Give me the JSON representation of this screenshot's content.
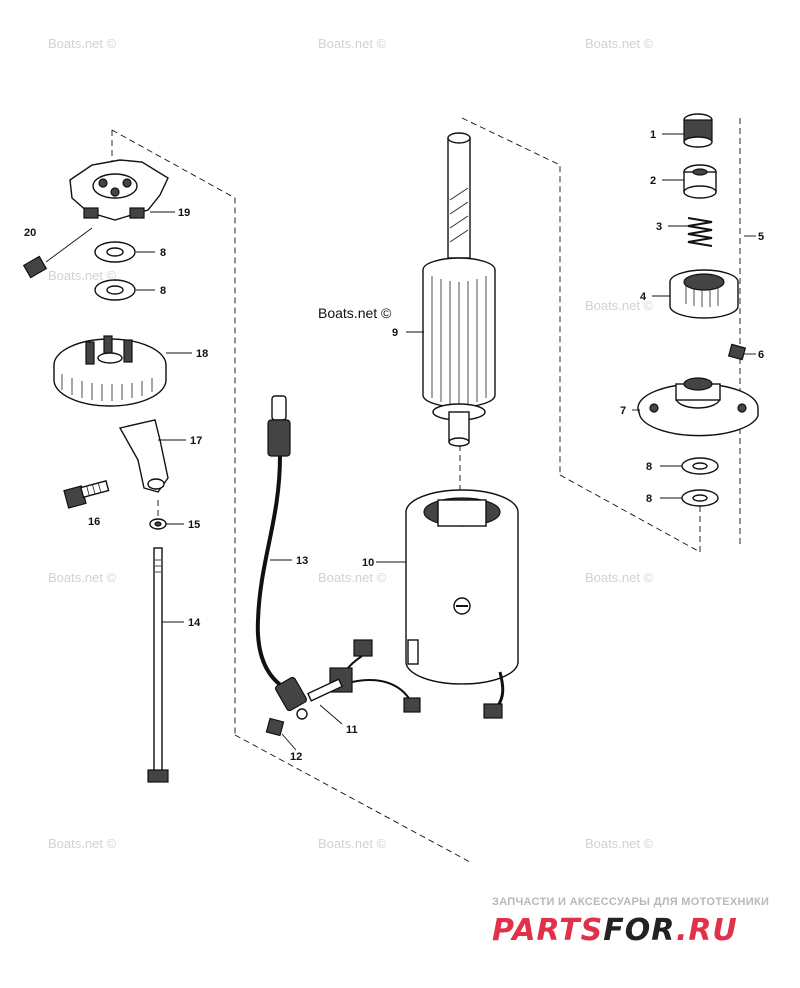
{
  "watermarks": {
    "text": "Boats.net ©",
    "center_text": "Boats.net ©"
  },
  "callouts": {
    "c1": "1",
    "c2": "2",
    "c3": "3",
    "c4": "4",
    "c5": "5",
    "c6": "6",
    "c7": "7",
    "c8a": "8",
    "c8b": "8",
    "c8c": "8",
    "c8d": "8",
    "c9": "9",
    "c10": "10",
    "c11": "11",
    "c12": "12",
    "c13": "13",
    "c14": "14",
    "c15": "15",
    "c16": "16",
    "c17": "17",
    "c18": "18",
    "c19": "19",
    "c20": "20"
  },
  "branding": {
    "tagline": "ЗАПЧАСТИ И АКСЕССУАРЫ ДЛЯ МОТОТЕХНИКИ",
    "logo_word_1": "PARTS",
    "logo_word_2": "FOR",
    "logo_word_3": ".RU",
    "logo_color": "#e0304a",
    "logo_dark": "#222222"
  }
}
